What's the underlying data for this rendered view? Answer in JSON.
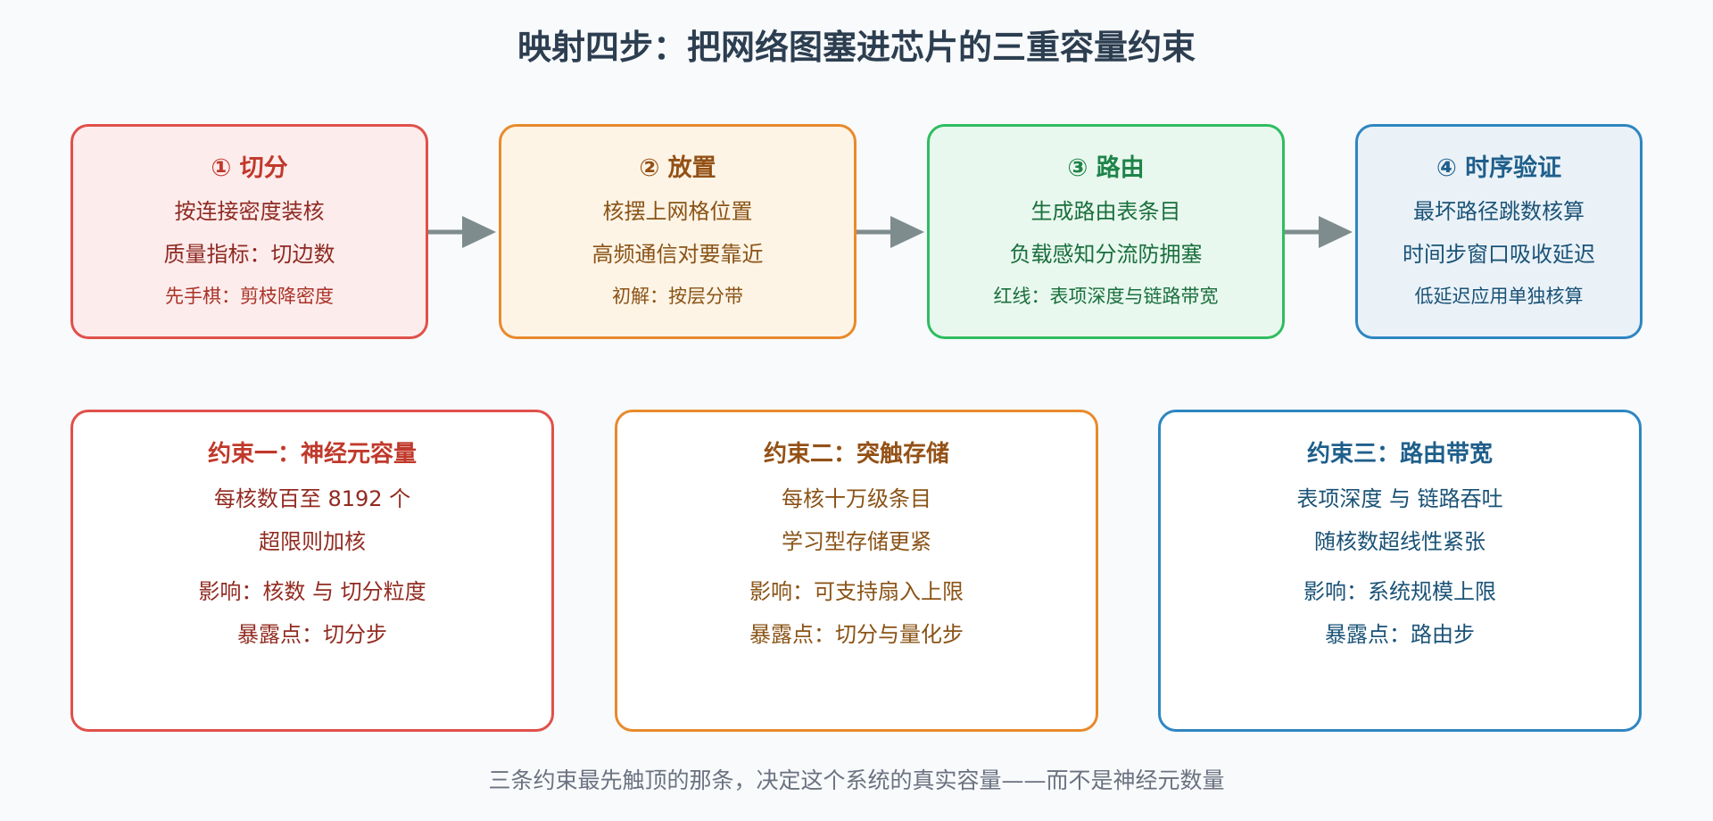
{
  "title": "映射四步：把网络图塞进芯片的三重容量约束",
  "steps": [
    {
      "title": "① 切分",
      "line1": "按连接密度装核",
      "line2": "质量指标：切边数",
      "note": "先手棋：剪枝降密度"
    },
    {
      "title": "② 放置",
      "line1": "核摆上网格位置",
      "line2": "高频通信对要靠近",
      "note": "初解：按层分带"
    },
    {
      "title": "③ 路由",
      "line1": "生成路由表条目",
      "line2": "负载感知分流防拥塞",
      "note": "红线：表项深度与链路带宽"
    },
    {
      "title": "④ 时序验证",
      "line1": "最坏路径跳数核算",
      "line2": "时间步窗口吸收延迟",
      "note": "低延迟应用单独核算"
    }
  ],
  "constraints": [
    {
      "title": "约束一：神经元容量",
      "line1": "每核数百至 8192 个",
      "line2": "超限则加核",
      "impact": "影响：核数 与 切分粒度",
      "exposure": "暴露点：切分步"
    },
    {
      "title": "约束二：突触存储",
      "line1": "每核十万级条目",
      "line2": "学习型存储更紧",
      "impact": "影响：可支持扇入上限",
      "exposure": "暴露点：切分与量化步"
    },
    {
      "title": "约束三：路由带宽",
      "line1": "表项深度 与 链路吞吐",
      "line2": "随核数超线性紧张",
      "impact": "影响：系统规模上限",
      "exposure": "暴露点：路由步"
    }
  ],
  "footer": "三条约束最先触顶的那条，决定这个系统的真实容量——而不是神经元数量",
  "colors": {
    "arrow": "#7f8c8d",
    "red": "#e0504a",
    "orange": "#e88a2c",
    "green": "#2ebd60",
    "blue": "#2e86c1"
  }
}
